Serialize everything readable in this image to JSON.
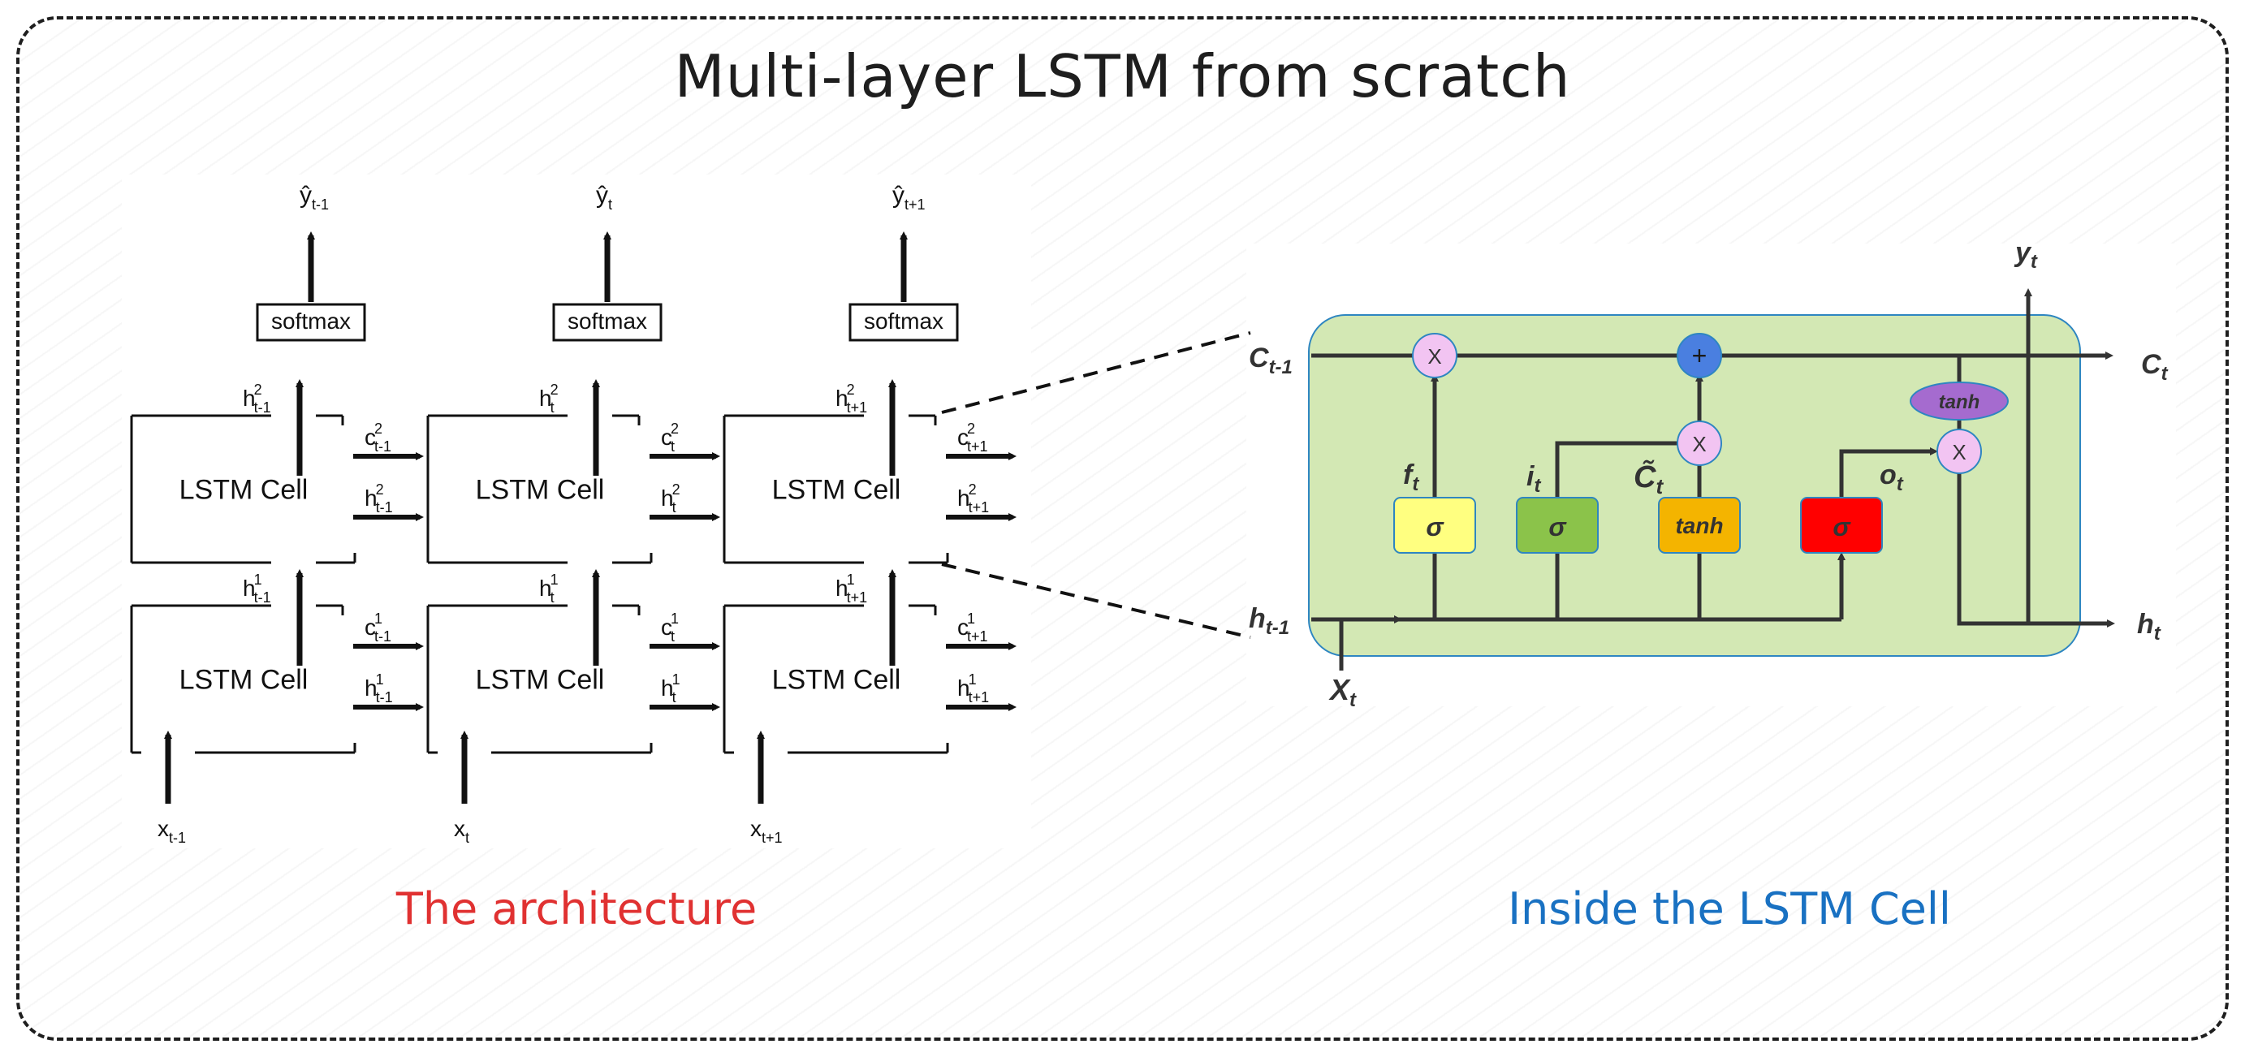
{
  "title": "Multi-layer LSTM from scratch",
  "captions": {
    "architecture": "The architecture",
    "cell": "Inside the LSTM Cell"
  },
  "architecture": {
    "cell_label": "LSTM Cell",
    "softmax_label": "softmax",
    "columns": [
      {
        "y_hat": "ŷ",
        "y_sub": "t-1",
        "x": "x",
        "x_sub": "t-1",
        "h2": "h",
        "h2_sup": "2",
        "h2_sub": "t-1",
        "h1": "h",
        "h1_sup": "1",
        "h1_sub": "t-1",
        "c2": "c",
        "c2_sup": "2",
        "c2_sub": "t-1",
        "ho2": "h",
        "ho2_sup": "2",
        "ho2_sub": "t-1",
        "c1": "c",
        "c1_sup": "1",
        "c1_sub": "t-1",
        "ho1": "h",
        "ho1_sup": "1",
        "ho1_sub": "t-1"
      },
      {
        "y_hat": "ŷ",
        "y_sub": "t",
        "x": "x",
        "x_sub": "t",
        "h2": "h",
        "h2_sup": "2",
        "h2_sub": "t",
        "h1": "h",
        "h1_sup": "1",
        "h1_sub": "t",
        "c2": "c",
        "c2_sup": "2",
        "c2_sub": "t",
        "ho2": "h",
        "ho2_sup": "2",
        "ho2_sub": "t",
        "c1": "c",
        "c1_sup": "1",
        "c1_sub": "t",
        "ho1": "h",
        "ho1_sup": "1",
        "ho1_sub": "t"
      },
      {
        "y_hat": "ŷ",
        "y_sub": "t+1",
        "x": "x",
        "x_sub": "t+1",
        "h2": "h",
        "h2_sup": "2",
        "h2_sub": "t+1",
        "h1": "h",
        "h1_sup": "1",
        "h1_sub": "t+1",
        "c2": "c",
        "c2_sup": "2",
        "c2_sub": "t+1",
        "ho2": "h",
        "ho2_sup": "2",
        "ho2_sub": "t+1",
        "c1": "c",
        "c1_sup": "1",
        "c1_sub": "t+1",
        "ho1": "h",
        "ho1_sup": "1",
        "ho1_sub": "t+1"
      }
    ]
  },
  "cell": {
    "c_prev": "C",
    "c_prev_sub": "t-1",
    "c_next": "C",
    "c_next_sub": "t",
    "h_prev": "h",
    "h_prev_sub": "t-1",
    "h_next": "h",
    "h_next_sub": "t",
    "x_in": "X",
    "x_in_sub": "t",
    "y_out": "y",
    "y_out_sub": "t",
    "f_gate": "f",
    "f_sub": "t",
    "i_gate": "i",
    "i_sub": "t",
    "c_tilde": "C̃",
    "c_tilde_sub": "t",
    "o_gate": "o",
    "o_sub": "t",
    "sigma": "σ",
    "tanh": "tanh",
    "times": "X",
    "plus": "+",
    "colors": {
      "cell_bg": "#d3e8b4",
      "forget_gate": "#ffff80",
      "input_gate": "#8bc34a",
      "candidate_gate": "#f4b400",
      "output_gate": "#ff0000",
      "multiply_node": "#f2c4f2",
      "add_node": "#4a7fe0",
      "tanh_node": "#a56bcf"
    }
  }
}
